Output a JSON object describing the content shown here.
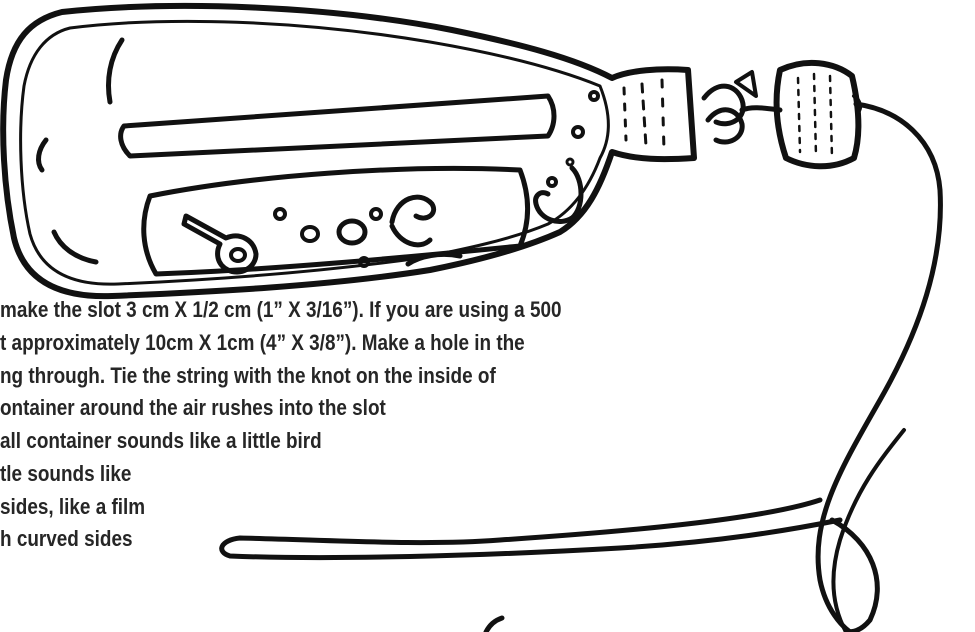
{
  "instructions": {
    "lines": [
      "make the slot 3 cm X 1/2 cm (1” X 3/16”). If you are using a 500",
      "t approximately 10cm X 1cm (4” X 3/8”).  Make a hole in the",
      "ng through.  Tie the string with the knot on the inside of",
      "ontainer around the air rushes into the slot",
      "all container sounds like a little bird",
      "tle sounds like",
      "sides, like a film",
      "h curved sides"
    ]
  },
  "illustration": {
    "subject_icons": [
      "plastic-bottle-icon",
      "bottle-cap-icon",
      "string-icon",
      "knot-icon"
    ],
    "ink_color": "#111111",
    "paper_color": "#ffffff"
  }
}
